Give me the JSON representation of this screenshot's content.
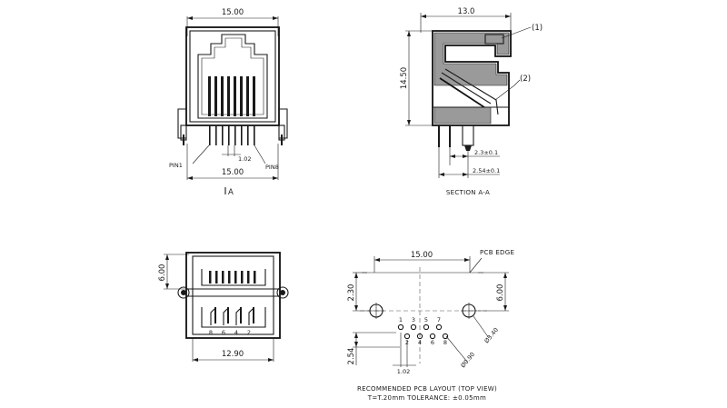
{
  "front_view": {
    "top_width": "15.00",
    "bottom_width": "15.00",
    "pin_pitch": "1.02",
    "pin_left_label": "PIN1",
    "pin_right_label": "PIN8",
    "section_marker": "A"
  },
  "section_view": {
    "top_width": "13.0",
    "height": "14.50",
    "callout_1": "(1)",
    "callout_2": "(2)",
    "dim_pin_offset": "2.3±0.1",
    "dim_pin_pitch": "2.54±0.1",
    "caption": "SECTION A-A"
  },
  "bottom_view": {
    "height": "6.00",
    "width": "12.90",
    "pin_numbers": [
      "8",
      "6",
      "4",
      "2"
    ]
  },
  "pcb_layout": {
    "width": "15.00",
    "pcb_edge_label": "PCB EDGE",
    "dim_left_top": "2.30",
    "dim_left_bottom": "2.54",
    "dim_right": "6.00",
    "dim_pitch": "1.02",
    "hole_large": "Ø3.40",
    "hole_small": "Ø0.90",
    "pin_numbers_top": [
      "1",
      "3",
      "5",
      "7"
    ],
    "pin_numbers_bottom": [
      "2",
      "4",
      "6",
      "8"
    ],
    "caption": "RECOMMENDED PCB LAYOUT (TOP VIEW)",
    "tolerance": "T=T.20mm TOLERANCE: ±0.05mm"
  }
}
